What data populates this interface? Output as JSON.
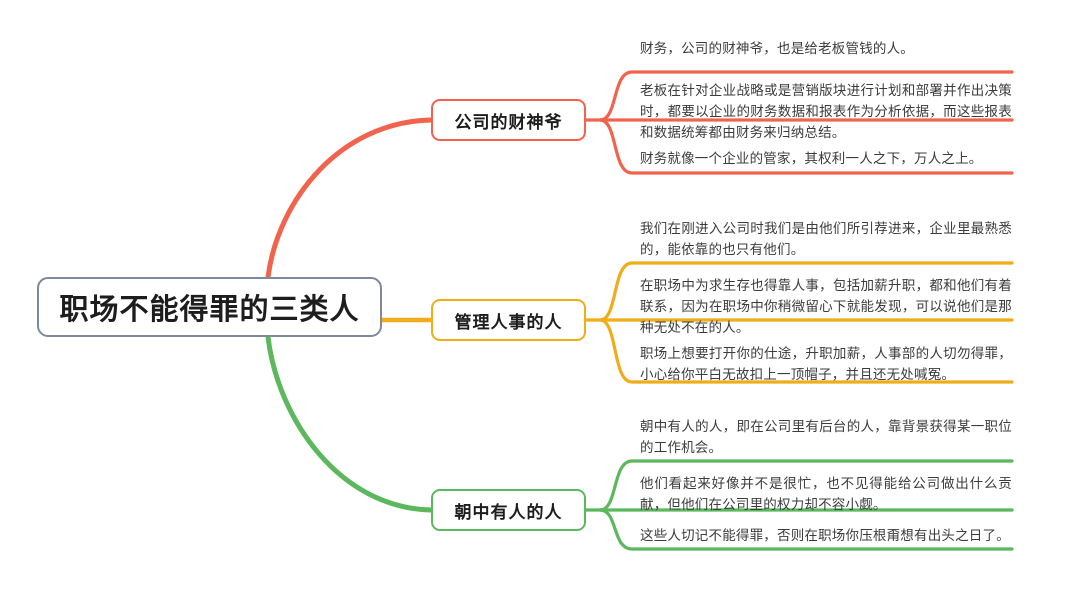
{
  "mindmap": {
    "root": {
      "label": "职场不能得罪的三类人",
      "border_color": "#7C8A9C"
    },
    "branches": [
      {
        "label": "公司的财神爷",
        "color": "#F1634C",
        "leaves": [
          "财务，公司的财神爷，也是给老板管钱的人。",
          "老板在针对企业战略或是营销版块进行计划和部署并作出决策时，都要以企业的财务数据和报表作为分析依据，而这些报表和数据统筹都由财务来归纳总结。",
          "财务就像一个企业的管家，其权利一人之下，万人之上。"
        ]
      },
      {
        "label": "管理人事的人",
        "color": "#F0AC19",
        "leaves": [
          "我们在刚进入公司时我们是由他们所引荐进来，企业里最熟悉的，能依靠的也只有他们。",
          "在职场中为求生存也得靠人事，包括加薪升职，都和他们有着联系，因为在职场中你稍微留心下就能发现，可以说他们是那种无处不在的人。",
          "职场上想要打开你的仕途，升职加薪，人事部的人切勿得罪，小心给你平白无故扣上一顶帽子，并且还无处喊冤。"
        ]
      },
      {
        "label": "朝中有人的人",
        "color": "#5CB85C",
        "leaves": [
          "朝中有人的人，即在公司里有后台的人，靠背景获得某一职位的工作机会。",
          "他们看起来好像并不是很忙，也不见得能给公司做出什么贡献，但他们在公司里的权力却不容小觑。",
          "这些人切记不能得罪，否则在职场你压根甭想有出头之日了。"
        ]
      }
    ]
  }
}
